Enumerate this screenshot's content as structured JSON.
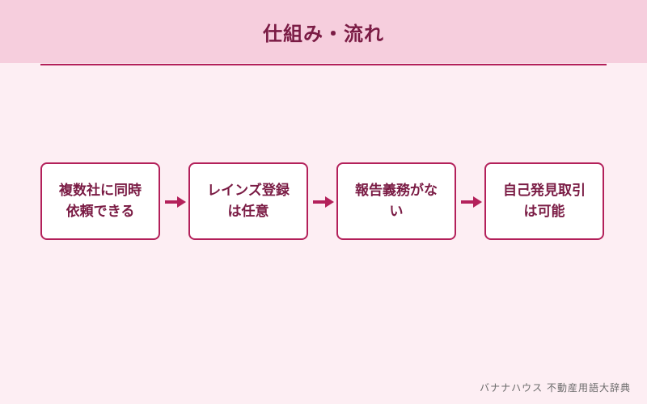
{
  "header": {
    "title": "仕組み・流れ"
  },
  "flow": {
    "steps": [
      {
        "label": "複数社に同時依頼できる"
      },
      {
        "label": "レインズ登録は任意"
      },
      {
        "label": "報告義務がない"
      },
      {
        "label": "自己発見取引は可能"
      }
    ]
  },
  "footer": {
    "source": "バナナハウス 不動産用語大辞典"
  },
  "colors": {
    "accent": "#b3205a",
    "header_bg": "#f6cedd",
    "page_bg": "#fdeef3",
    "text": "#7a1b44"
  }
}
